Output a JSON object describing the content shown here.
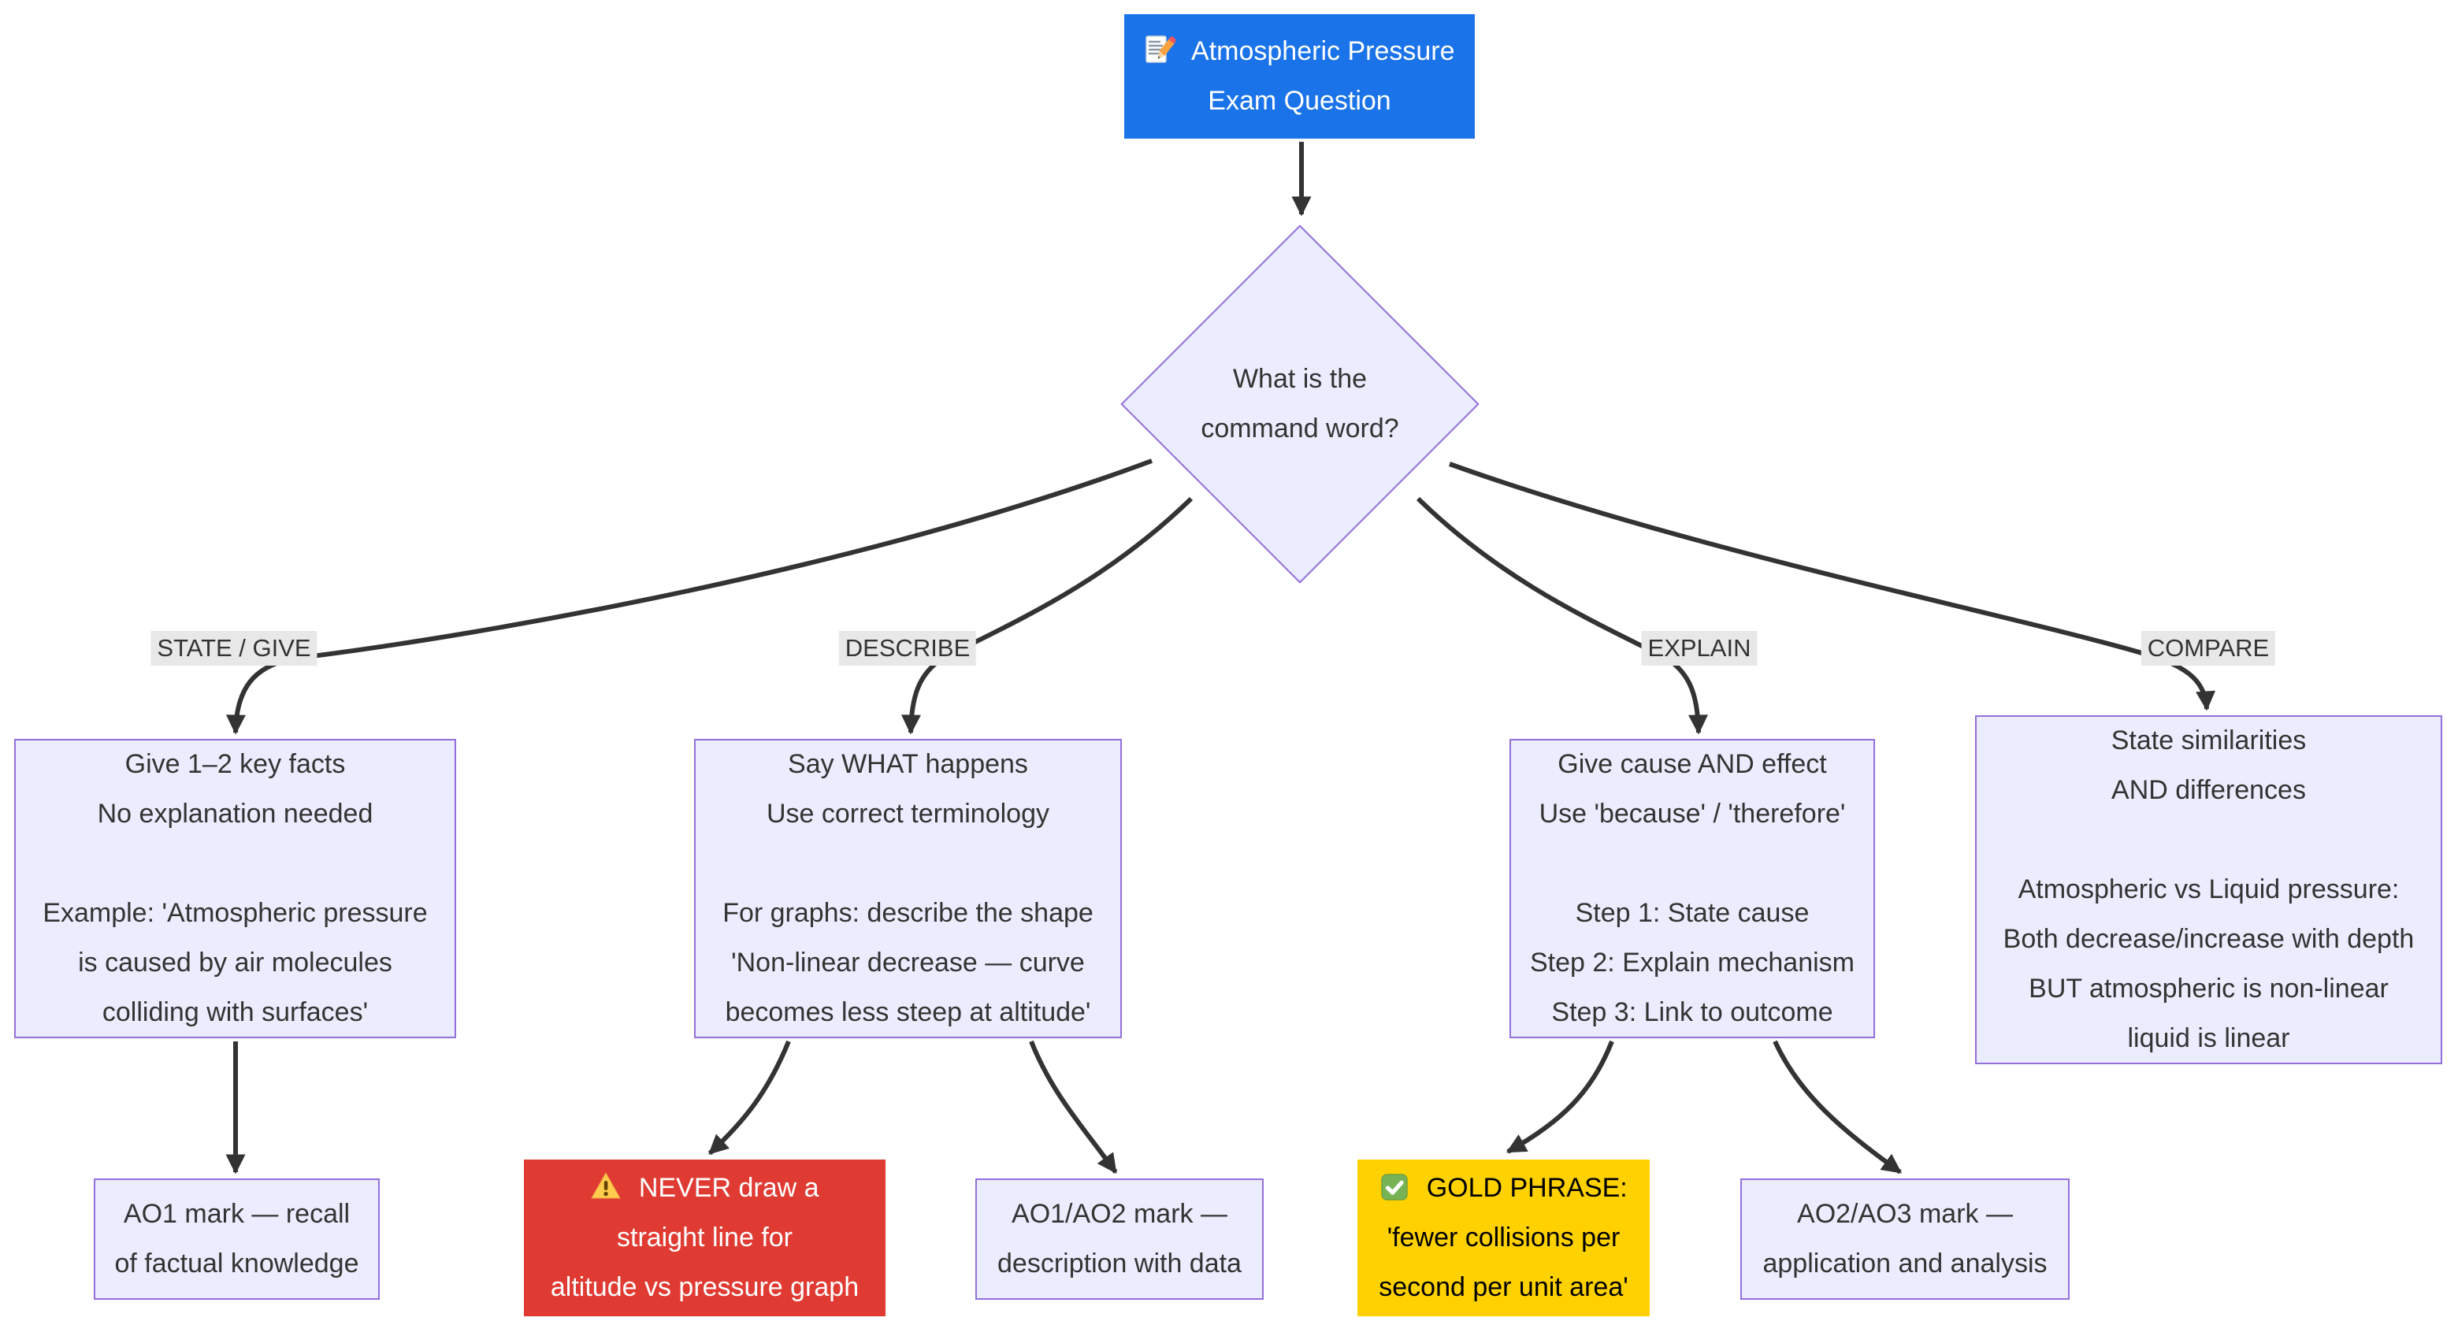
{
  "diagram_type": "flowchart",
  "colors": {
    "node_fill": "#ECECFF",
    "node_border": "#9370DB",
    "title_fill": "#1a73e8",
    "title_text": "#ffffff",
    "warning_fill": "#e03b33",
    "warning_text": "#ffffff",
    "gold_fill": "#ffd100",
    "gold_text": "#000000",
    "body_text": "#333333",
    "connector": "#333333",
    "edge_label_bg": "#e8e8e8"
  },
  "title": {
    "icon": {
      "name": "memo-icon",
      "char": "📝"
    },
    "lines": [
      "Atmospheric Pressure",
      "Exam Question"
    ]
  },
  "decision": {
    "lines": [
      "What is the",
      "command word?"
    ]
  },
  "edge_labels": {
    "state": "STATE / GIVE",
    "describe": "DESCRIBE",
    "explain": "EXPLAIN",
    "compare": "COMPARE"
  },
  "nodes": {
    "state": {
      "lines": [
        "Give 1–2 key facts",
        "No explanation needed",
        "",
        "Example: 'Atmospheric pressure",
        "is caused by air molecules",
        "colliding with surfaces'"
      ]
    },
    "describe": {
      "lines": [
        "Say WHAT happens",
        "Use correct terminology",
        "",
        "For graphs: describe the shape",
        "'Non-linear decrease — curve",
        "becomes less steep at altitude'"
      ]
    },
    "explain": {
      "lines": [
        "Give cause AND effect",
        "Use 'because' / 'therefore'",
        "",
        "Step 1: State cause",
        "Step 2: Explain mechanism",
        "Step 3: Link to outcome"
      ]
    },
    "compare": {
      "lines": [
        "State similarities",
        "AND differences",
        "",
        "Atmospheric vs Liquid pressure:",
        "Both decrease/increase with depth",
        "BUT atmospheric is non-linear",
        "liquid is linear"
      ]
    },
    "ao1": {
      "lines": [
        "AO1 mark — recall",
        "of factual knowledge"
      ]
    },
    "never": {
      "icon": {
        "name": "warning-icon",
        "char": "⚠️"
      },
      "lines": [
        "NEVER draw a",
        "straight line for",
        "altitude vs pressure graph"
      ]
    },
    "ao1ao2": {
      "lines": [
        "AO1/AO2 mark —",
        "description with data"
      ]
    },
    "gold": {
      "icon": {
        "name": "check-icon",
        "char": "✅"
      },
      "lines": [
        "GOLD PHRASE:",
        "'fewer collisions per",
        "second per unit area'"
      ]
    },
    "ao2ao3": {
      "lines": [
        "AO2/AO3 mark —",
        "application and analysis"
      ]
    }
  }
}
